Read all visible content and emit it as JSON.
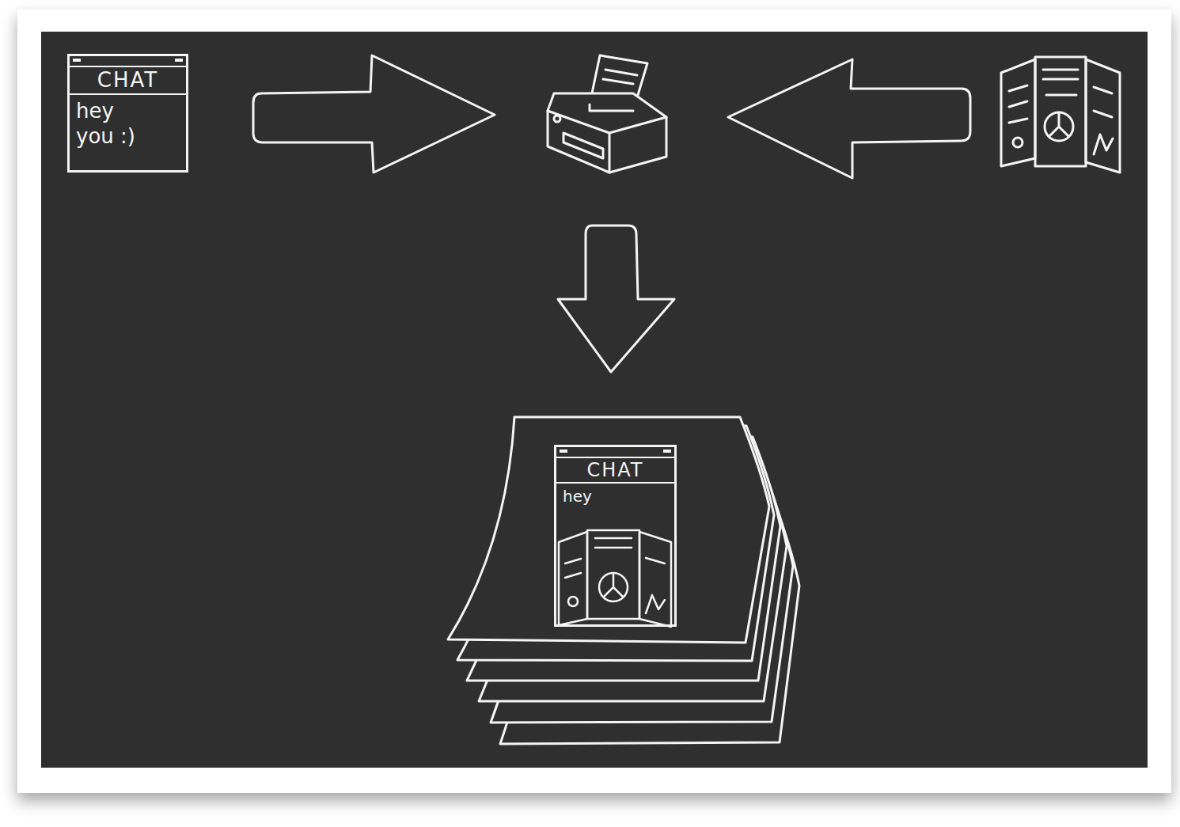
{
  "diagram": {
    "nodes": [
      {
        "text": [
          "CHAT",
          "hey you :)"
        ]
      },
      {
        "text": [
          "CHAT",
          "hey"
        ]
      }
    ]
  }
}
